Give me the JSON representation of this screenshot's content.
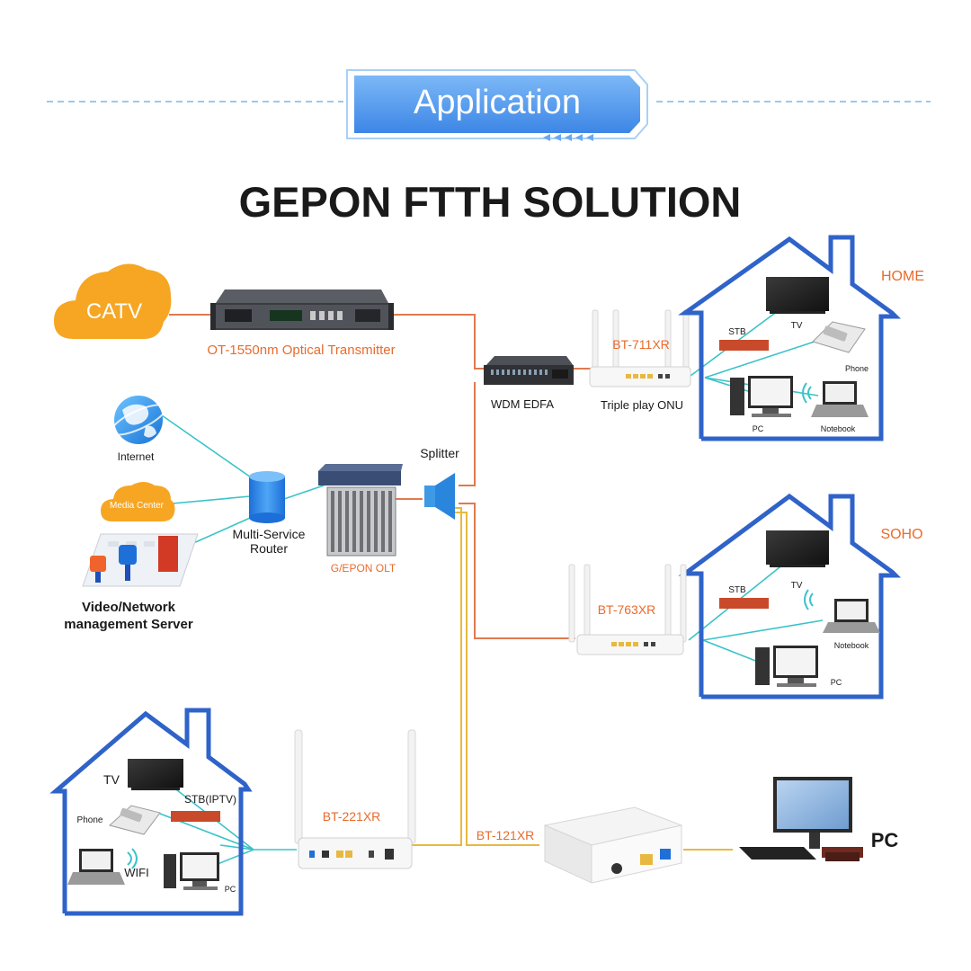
{
  "header": {
    "badge_label": "Application",
    "title": "GEPON FTTH SOLUTION"
  },
  "colors": {
    "badge_fill": "#4f9cf0",
    "house_outline": "#2f63c9",
    "fiber_line": "#e07a4e",
    "ethernet_line": "#e8b840",
    "lan_line": "#3ac3c8",
    "orange_label": "#e86b2c",
    "dark_text": "#1a1a1a"
  },
  "sources": {
    "catv": "CATV",
    "internet": "Internet",
    "media_center": "Media Center",
    "management_server": [
      "Video/Network",
      "management Server"
    ],
    "router": [
      "Multi-Service",
      "Router"
    ]
  },
  "equipment": {
    "transmitter": "OT-1550nm Optical Transmitter",
    "edfa": "WDM EDFA",
    "olt": "G/EPON OLT",
    "splitter": "Splitter",
    "onu_711": "BT-711XR",
    "onu_711_caption": "Triple play ONU",
    "onu_763": "BT-763XR",
    "onu_221": "BT-221XR",
    "onu_121": "BT-121XR"
  },
  "home": {
    "label": "HOME",
    "stb": "STB",
    "tv": "TV",
    "phone": "Phone",
    "pc": "PC",
    "notebook": "Notebook"
  },
  "soho": {
    "label": "SOHO",
    "stb": "STB",
    "tv": "TV",
    "notebook": "Notebook",
    "pc": "PC"
  },
  "apartment": {
    "tv": "TV",
    "stb": "STB(IPTV)",
    "phone": "Phone",
    "wifi": "WIFI",
    "pc": "PC"
  },
  "standalone_pc": "PC"
}
